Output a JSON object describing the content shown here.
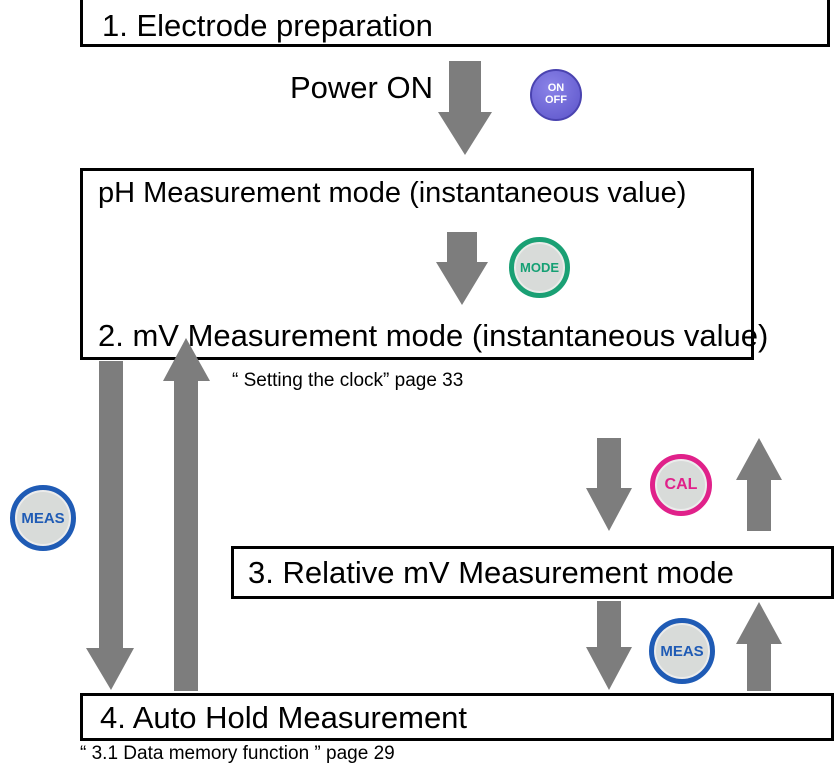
{
  "steps": {
    "electrode": "1.  Electrode preparation",
    "ph_mode": "pH Measurement mode (instantaneous value)",
    "mv_mode": "2.  mV Measurement mode (instantaneous value)",
    "relative": "3.  Relative mV Measurement mode",
    "auto_hold": "4.  Auto Hold Measurement"
  },
  "labels": {
    "power_on": "Power ON",
    "clock_ref": "“      Setting the clock” page 33",
    "memory_ref": "“ 3.1  Data memory function ” page 29"
  },
  "buttons": {
    "on": "ON",
    "off": "OFF",
    "mode": "MODE",
    "cal": "CAL",
    "meas_left": "MEAS",
    "meas_right": "MEAS"
  },
  "colors": {
    "arrow": "#7d7d7d",
    "onoff": "#6a62d8",
    "mode": "#1aa074",
    "cal": "#e0218a",
    "meas": "#1f5bb5"
  }
}
